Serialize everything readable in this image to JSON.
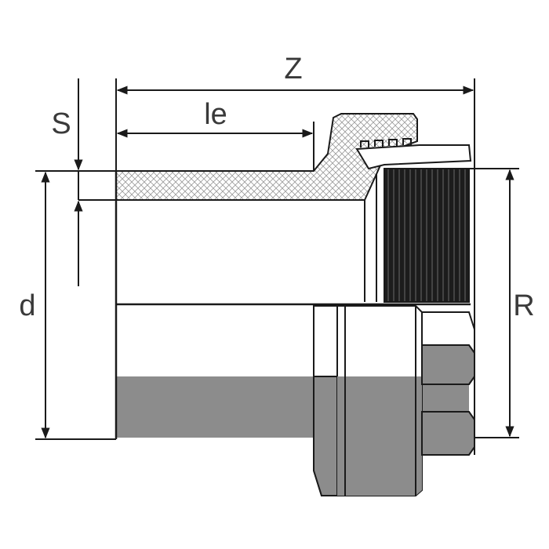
{
  "labels": {
    "z": "Z",
    "le": "le",
    "s": "S",
    "d": "d",
    "r": "R"
  },
  "colors": {
    "outline": "#1a1a1a",
    "hatch": "#9a9a9a",
    "bore_fill": "#8c8c8c",
    "thread_fill": "#1c1c1c",
    "label": "#3a3a3a"
  }
}
